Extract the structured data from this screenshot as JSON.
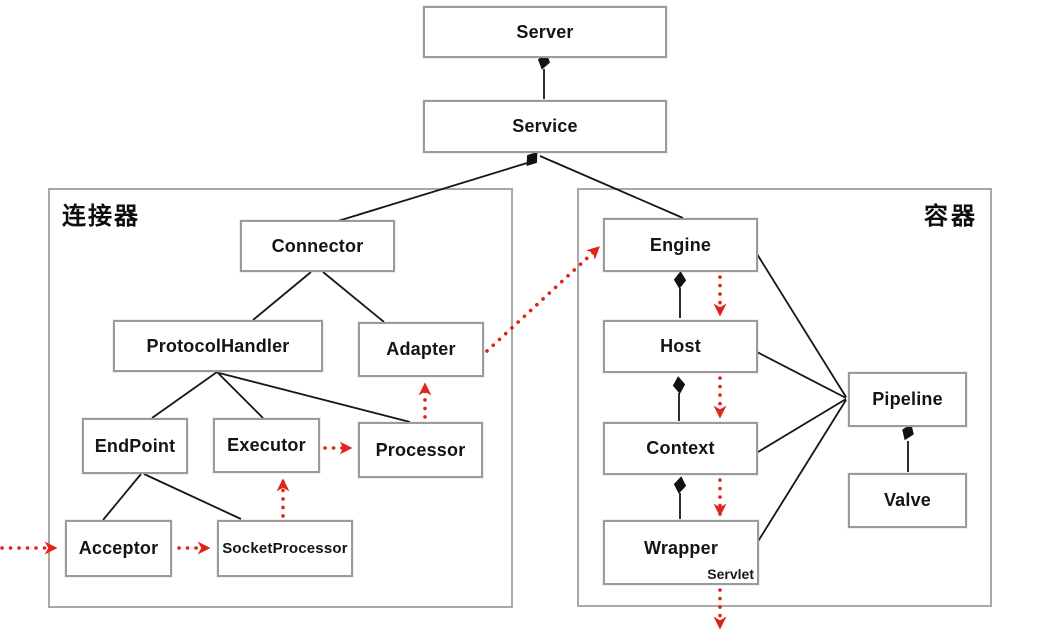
{
  "groups": {
    "connector_group_label": "连接器",
    "container_group_label": "容器"
  },
  "nodes": {
    "server": "Server",
    "service": "Service",
    "connector": "Connector",
    "protocol_handler": "ProtocolHandler",
    "adapter": "Adapter",
    "endpoint": "EndPoint",
    "executor": "Executor",
    "processor": "Processor",
    "acceptor": "Acceptor",
    "socket_processor": "SocketProcessor",
    "engine": "Engine",
    "host": "Host",
    "context": "Context",
    "wrapper": "Wrapper",
    "servlet": "Servlet",
    "pipeline": "Pipeline",
    "valve": "Valve"
  },
  "colors": {
    "flow_arrow": "#e0241a",
    "line": "#161616",
    "box_border": "#9b9b9b"
  }
}
